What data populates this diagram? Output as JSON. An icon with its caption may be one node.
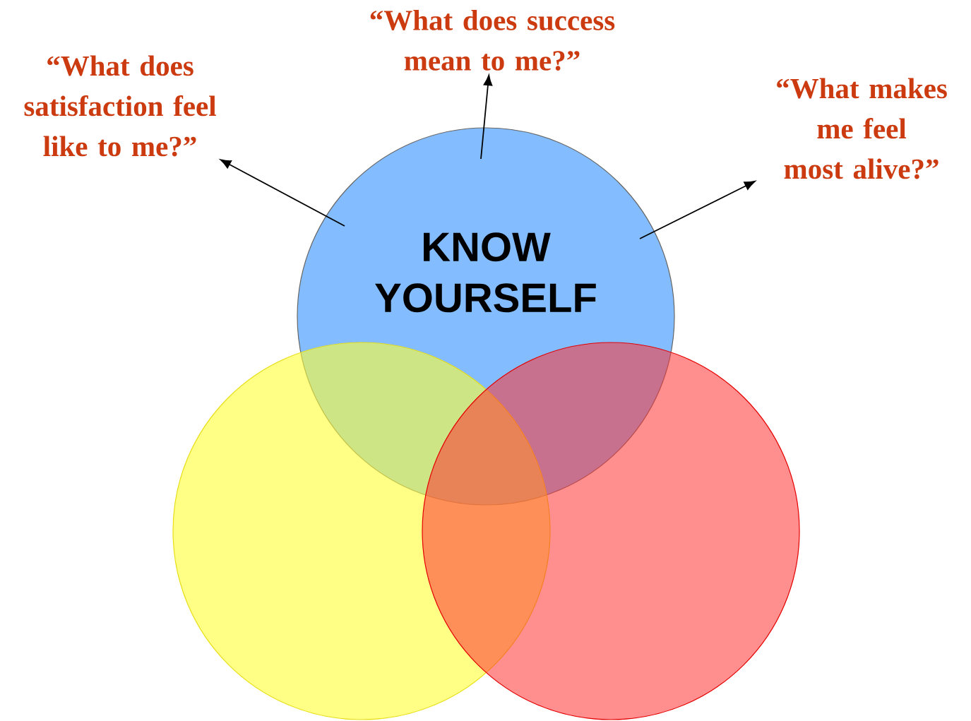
{
  "diagram": {
    "nodes": [
      {
        "text": [
          "KNOW YOURSELF"
        ]
      },
      {
        "text": [],
        "shape": "circle"
      },
      {
        "text": [],
        "shape": "circle"
      },
      {
        "text": [
          "“What does satisfaction feel like to me?”"
        ]
      },
      {
        "text": [
          "“What does success mean to me?”"
        ]
      },
      {
        "text": [
          "“What makes me feel most alive?”"
        ]
      }
    ],
    "edges": [
      {
        "from": 0,
        "to": 3,
        "arrow": "to"
      },
      {
        "from": 0,
        "to": 4,
        "arrow": "to"
      },
      {
        "from": 0,
        "to": 5,
        "arrow": "to"
      }
    ]
  }
}
